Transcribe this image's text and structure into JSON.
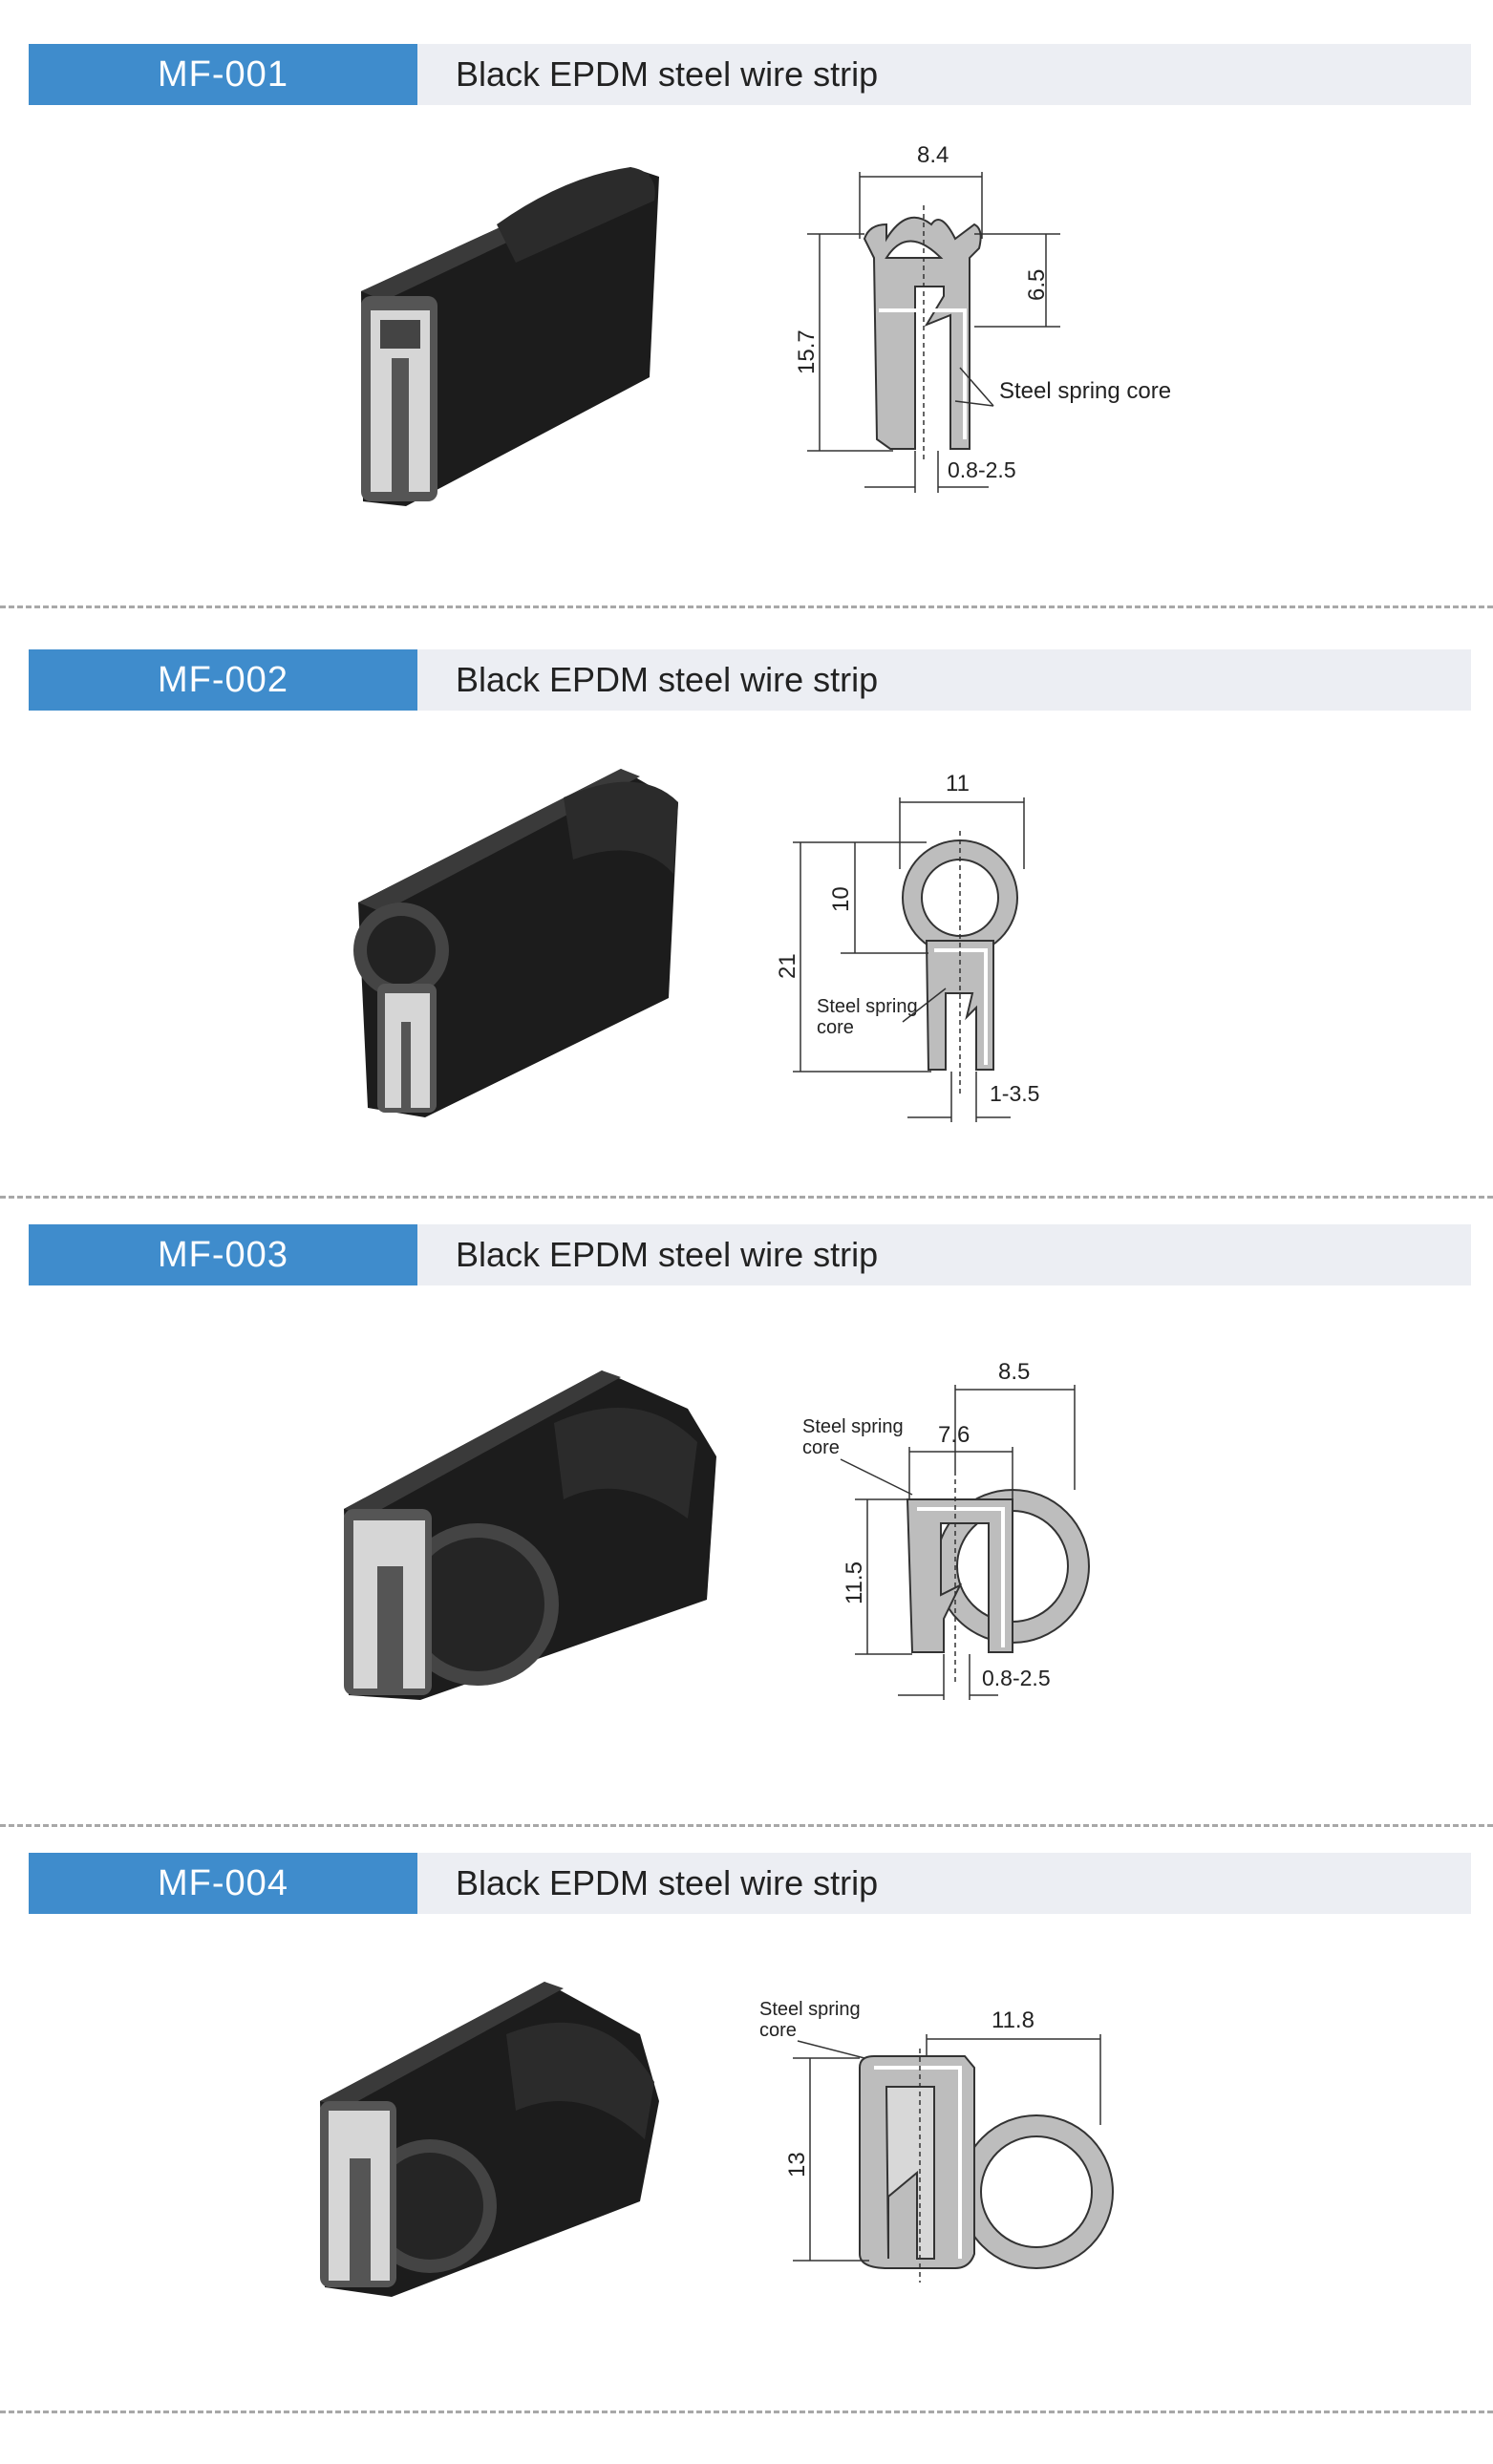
{
  "products": [
    {
      "code": "MF-001",
      "title": "Black EPDM steel wire strip",
      "dims": {
        "width": "8.4",
        "top": "6.5",
        "height": "15.7",
        "gap": "0.8-2.5"
      },
      "callout": "Steel spring core"
    },
    {
      "code": "MF-002",
      "title": "Black EPDM steel wire strip",
      "dims": {
        "width": "11",
        "top": "10",
        "height": "21",
        "gap": "1-3.5"
      },
      "callout_line1": "Steel spring",
      "callout_line2": "core"
    },
    {
      "code": "MF-003",
      "title": "Black EPDM steel wire strip",
      "dims": {
        "width": "8.5",
        "inner": "7.6",
        "height": "11.5",
        "gap": "0.8-2.5"
      },
      "callout_line1": "Steel spring",
      "callout_line2": "core"
    },
    {
      "code": "MF-004",
      "title": "Black EPDM steel wire strip",
      "dims": {
        "width": "11.8",
        "height": "13"
      },
      "callout_line1": "Steel spring",
      "callout_line2": "core"
    }
  ],
  "colors": {
    "header_code_bg": "#3f8ccc",
    "header_title_bg": "#eceef3",
    "rubber": "#1f1f1f",
    "profile_fill": "#bdbdbd"
  }
}
